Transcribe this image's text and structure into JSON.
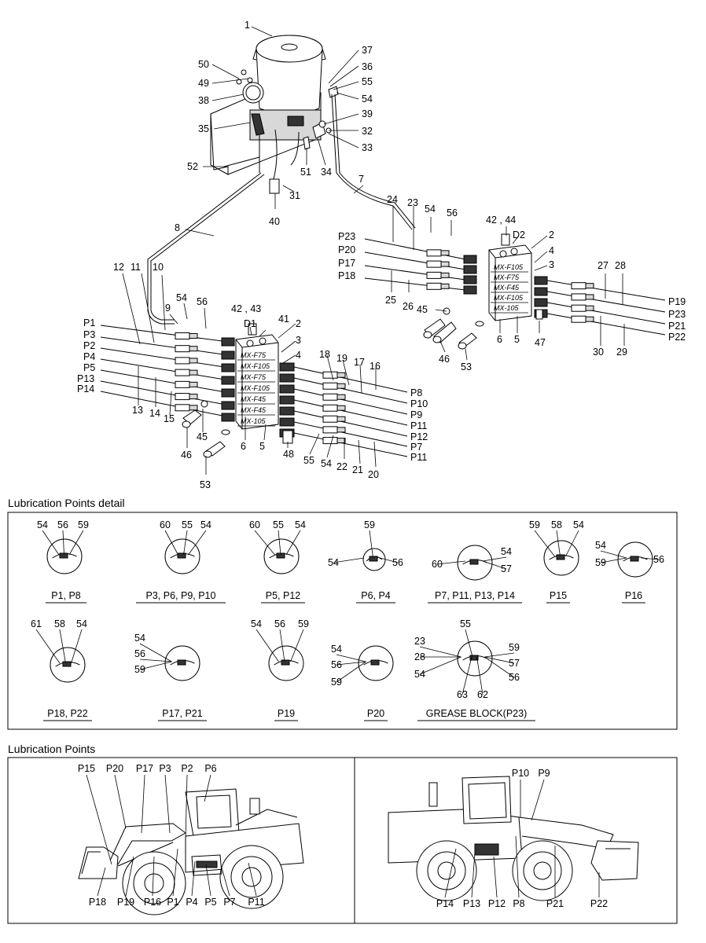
{
  "sections": {
    "detail_title": "Lubrication Points detail",
    "points_title": "Lubrication Points"
  },
  "block_labels": {
    "left": [
      "MX-F75",
      "MX-F105",
      "MX-F75",
      "MX-F105",
      "MX-F45",
      "MX-F45",
      "MX-105"
    ],
    "right": [
      "MX-F105",
      "MX-F75",
      "MX-F45",
      "MX-F105",
      "MX-105"
    ]
  },
  "main_labels": {
    "n1": "1",
    "n37": "37",
    "n36": "36",
    "n55a": "55",
    "n54a": "54",
    "n39": "39",
    "n32": "32",
    "n33": "33",
    "n50": "50",
    "n49": "49",
    "n38": "38",
    "n35": "35",
    "n52": "52",
    "n51": "51",
    "n34": "34",
    "n31": "31",
    "n40": "40",
    "n7": "7",
    "n8": "8",
    "n24": "24",
    "n23": "23",
    "n54b": "54",
    "n56b": "56",
    "n4244": "42 , 44",
    "nD2": "D2",
    "n2b": "2",
    "n4b": "4",
    "n3b": "3",
    "nP23": "P23",
    "nP20": "P20",
    "nP17": "P17",
    "nP18": "P18",
    "n25": "25",
    "n26": "26",
    "n45b": "45",
    "n27": "27",
    "n28": "28",
    "nP19": "P19",
    "nP23r": "P23",
    "nP21": "P21",
    "nP22": "P22",
    "n30": "30",
    "n29": "29",
    "n6b": "6",
    "n5b": "5",
    "n47": "47",
    "n46b": "46",
    "n53b": "53",
    "n12": "12",
    "n11": "11",
    "n10": "10",
    "n9": "9",
    "n54c": "54",
    "n56c": "56",
    "n4243": "42 , 43",
    "nD1": "D1",
    "n41": "41",
    "n2": "2",
    "n3": "3",
    "n4": "4",
    "nP1": "P1",
    "nP3": "P3",
    "nP2": "P2",
    "nP4": "P4",
    "nP5": "P5",
    "nP13": "P13",
    "nP14": "P14",
    "n13": "13",
    "n14": "14",
    "n15": "15",
    "n45": "45",
    "n46": "46",
    "n6": "6",
    "n5": "5",
    "n53": "53",
    "n48": "48",
    "n18": "18",
    "n19": "19",
    "n17": "17",
    "n16": "16",
    "nP8": "P8",
    "nP10": "P10",
    "nP9": "P9",
    "nP11": "P11",
    "nP12": "P12",
    "nP7": "P7",
    "nP11b": "P11",
    "n55": "55",
    "n54": "54",
    "n22": "22",
    "n21": "21",
    "n20": "20"
  },
  "details": [
    {
      "caption": "P1, P8",
      "labels": [
        "54",
        "56",
        "59"
      ]
    },
    {
      "caption": "P3, P6, P9, P10",
      "labels": [
        "60",
        "55",
        "54"
      ]
    },
    {
      "caption": "P5, P12",
      "labels": [
        "60",
        "55",
        "54"
      ]
    },
    {
      "caption": "P6, P4",
      "labels": [
        "59",
        "54",
        "56"
      ]
    },
    {
      "caption": "P7, P11, P13, P14",
      "labels": [
        "54",
        "60",
        "57"
      ]
    },
    {
      "caption": "P15",
      "labels": [
        "59",
        "58",
        "54"
      ]
    },
    {
      "caption": "P16",
      "labels": [
        "54",
        "59",
        "56"
      ]
    },
    {
      "caption": "P18, P22",
      "labels": [
        "61",
        "58",
        "54"
      ]
    },
    {
      "caption": "P17, P21",
      "labels": [
        "54",
        "56",
        "59"
      ]
    },
    {
      "caption": "P19",
      "labels": [
        "54",
        "56",
        "59"
      ]
    },
    {
      "caption": "P20",
      "labels": [
        "54",
        "56",
        "59"
      ]
    },
    {
      "caption": "GREASE BLOCK(P23)",
      "labels": [
        "55",
        "23",
        "28",
        "59",
        "57",
        "54",
        "56",
        "63",
        "62"
      ]
    }
  ],
  "loader_left_labels": [
    "P15",
    "P20",
    "P17",
    "P3",
    "P2",
    "P6",
    "P18",
    "P19",
    "P16",
    "P1",
    "P4",
    "P5",
    "P7",
    "P11"
  ],
  "loader_right_labels": [
    "P10",
    "P9",
    "P14",
    "P13",
    "P12",
    "P8",
    "P21",
    "P22"
  ]
}
